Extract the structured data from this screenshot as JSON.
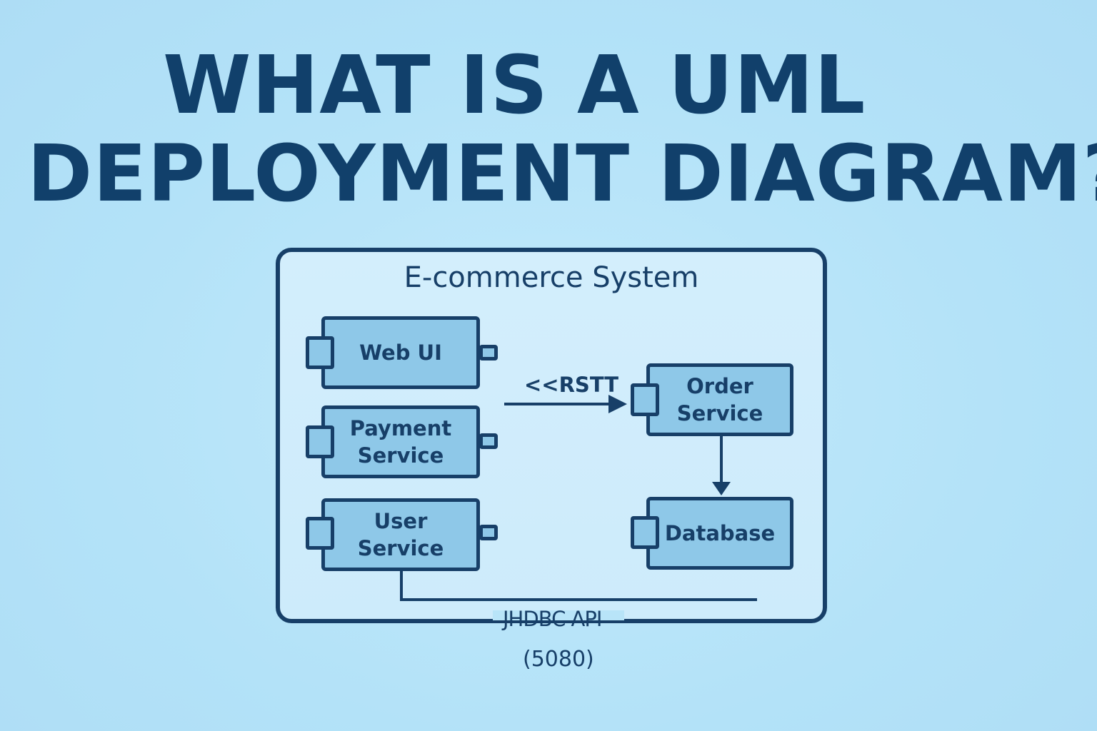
{
  "title": {
    "line1": "WHAT IS A UML",
    "line2": "DEPLOYMENT DIAGRAM?"
  },
  "system": {
    "name": "E-commerce System"
  },
  "components": {
    "web_ui": "Web UI",
    "payment_line1": "Payment",
    "payment_line2": "Service",
    "user_line1": "User",
    "user_line2": "Service",
    "order_line1": "Order",
    "order_line2": "Service",
    "database": "Database"
  },
  "connectors": {
    "rest_label": "<<RSTT",
    "jdbc_label": "JHDBC API",
    "port_label": "(5080)"
  },
  "colors": {
    "background": "#b5e3f8",
    "title": "#11406b",
    "stroke": "#173f68",
    "component_fill": "#8ec8e8",
    "system_fill": "#d3eefc"
  }
}
